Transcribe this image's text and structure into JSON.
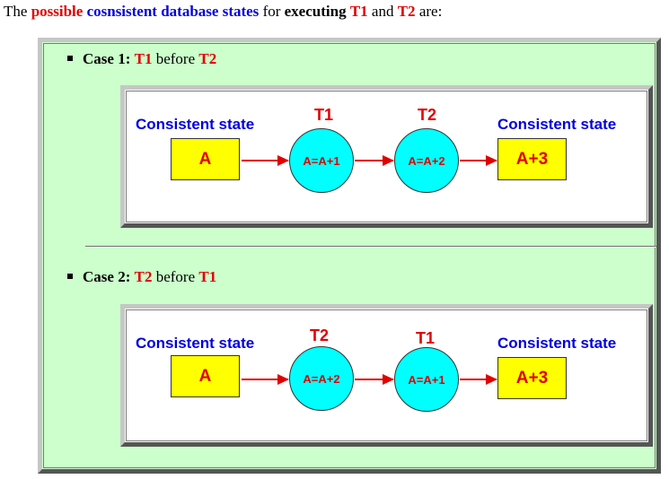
{
  "intro": {
    "t1": "The",
    "t2": "possible",
    "t3": "cosnsistent database states",
    "t4": "for",
    "t5": "executing",
    "t6": "T1",
    "t7": "and",
    "t8": "T2",
    "t9": "are:"
  },
  "case1": {
    "label": "Case 1:",
    "first": "T1",
    "word": "before",
    "second": "T2",
    "diagram": {
      "left_state": "Consistent state",
      "right_state": "Consistent state",
      "tx1_label": "T1",
      "tx2_label": "T2",
      "start_value": "A",
      "op1": "A=A+1",
      "op2": "A=A+2",
      "end_value": "A+3"
    }
  },
  "case2": {
    "label": "Case 2:",
    "first": "T2",
    "word": "before",
    "second": "T1",
    "diagram": {
      "left_state": "Consistent state",
      "right_state": "Consistent state",
      "tx1_label": "T2",
      "tx2_label": "T1",
      "start_value": "A",
      "op1": "A=A+2",
      "op2": "A=A+1",
      "end_value": "A+3"
    }
  },
  "colors": {
    "highlight_red": "#e00000",
    "highlight_blue": "#0000e0",
    "outer_bg": "#ccffcc",
    "state_box": "#ffff00",
    "transaction_circle": "#00ffff"
  }
}
